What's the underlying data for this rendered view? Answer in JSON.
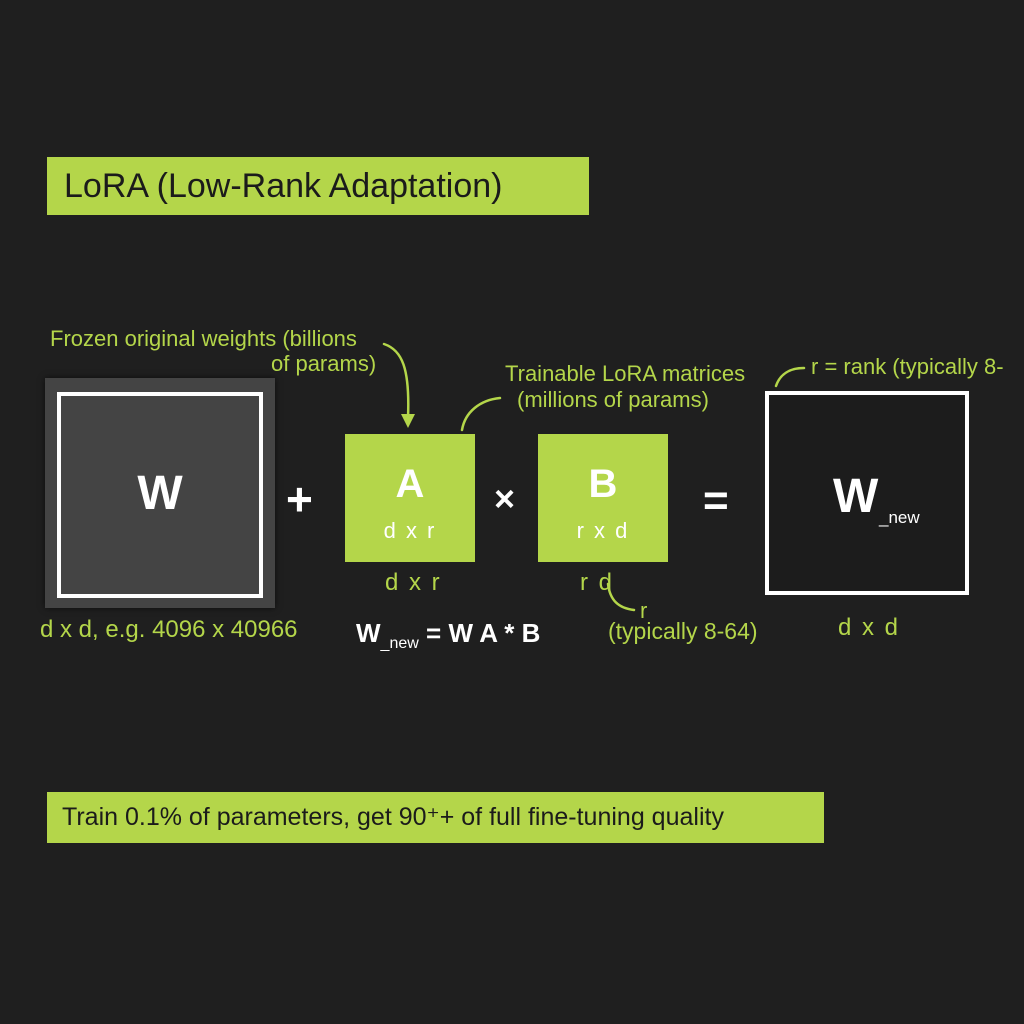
{
  "colors": {
    "accent": "#b4d64a",
    "background": "#1f1f1f",
    "frozen_fill": "#444444",
    "white": "#ffffff"
  },
  "title": "LoRA (Low-Rank Adaptation)",
  "annotations": {
    "frozen_line1": "Frozen original weights (billions",
    "frozen_line2": "of params)",
    "trainable_line1": "Trainable LoRA matrices",
    "trainable_line2": "(millions of params)",
    "rank": "r = rank (typically 8-",
    "r_label": "r",
    "typically": "(typically 8-64)"
  },
  "matrices": {
    "w": {
      "label": "W",
      "dims": "d x d, e.g. 4096 x 40966"
    },
    "a": {
      "label": "A",
      "inner_dims": "d x r",
      "dims": "d x r"
    },
    "b": {
      "label": "B",
      "inner_dims": "r x d",
      "dims": "r d"
    },
    "w_new": {
      "label": "W",
      "subscript": "_new",
      "dims": "d x d"
    }
  },
  "operators": {
    "plus": "+",
    "times": "×",
    "equals": "="
  },
  "formula": {
    "lhs": "W",
    "lhs_sub": "_new",
    "rhs": "= W A * B"
  },
  "footer": "Train 0.1% of parameters, get 90⁺+ of full fine-tuning quality"
}
